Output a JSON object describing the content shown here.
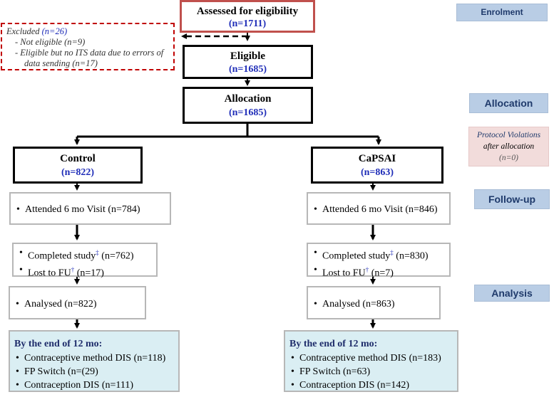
{
  "stages": {
    "enrolment": "Enrolment",
    "allocation": "Allocation",
    "follow_up": "Follow-up",
    "analysis": "Analysis"
  },
  "assessed": {
    "label": "Assessed for eligibility",
    "n": "(n=1711)"
  },
  "excluded": {
    "label": "Excluded",
    "n": "(n=26)",
    "items": [
      "- Not eligible (n=9)",
      "- Eligible but no ITS data due to errors of",
      "data sending (n=17)"
    ]
  },
  "eligible": {
    "label": "Eligible",
    "n": "(n=1685)"
  },
  "allocation": {
    "label": "Allocation",
    "n": "(n=1685)"
  },
  "protocol": {
    "line1": "Protocol Violations",
    "line2": "after allocation",
    "line3": "(n=0)"
  },
  "control": {
    "label": "Control",
    "n": "(n=822)",
    "attended": "Attended 6 mo Visit  (n=784)",
    "completed_pre": "Completed study",
    "completed_mark": "‡",
    "completed_post": " (n=762)",
    "lost_pre": "Lost to FU",
    "lost_mark": "†",
    "lost_post": " (n=17)",
    "analysed": "Analysed (n=822)",
    "end_title": "By the end of 12 mo:",
    "end_items": [
      "Contraceptive method DIS (n=118)",
      "FP Switch (n=(29)",
      "Contraception DIS (n=111)"
    ]
  },
  "capsai": {
    "label": "CaPSAI",
    "n": "(n=863)",
    "attended": "Attended 6 mo Visit  (n=846)",
    "completed_pre": "Completed study",
    "completed_mark": "‡",
    "completed_post": " (n=830)",
    "lost_pre": "Lost to FU",
    "lost_mark": "†",
    "lost_post": " (n=7)",
    "analysed": "Analysed (n=863)",
    "end_title": "By the end of 12 mo:",
    "end_items": [
      "Contraceptive method DIS (n=183)",
      "FP Switch (n=63)",
      "Contraception DIS (n=142)"
    ]
  },
  "colors": {
    "stage_bg": "#b9cde5",
    "assessed_border": "#c0504d",
    "excluded_border": "#c00000",
    "n_text": "#1f2db8",
    "protocol_bg": "#f2dcdb",
    "final_bg": "#daeef3"
  }
}
